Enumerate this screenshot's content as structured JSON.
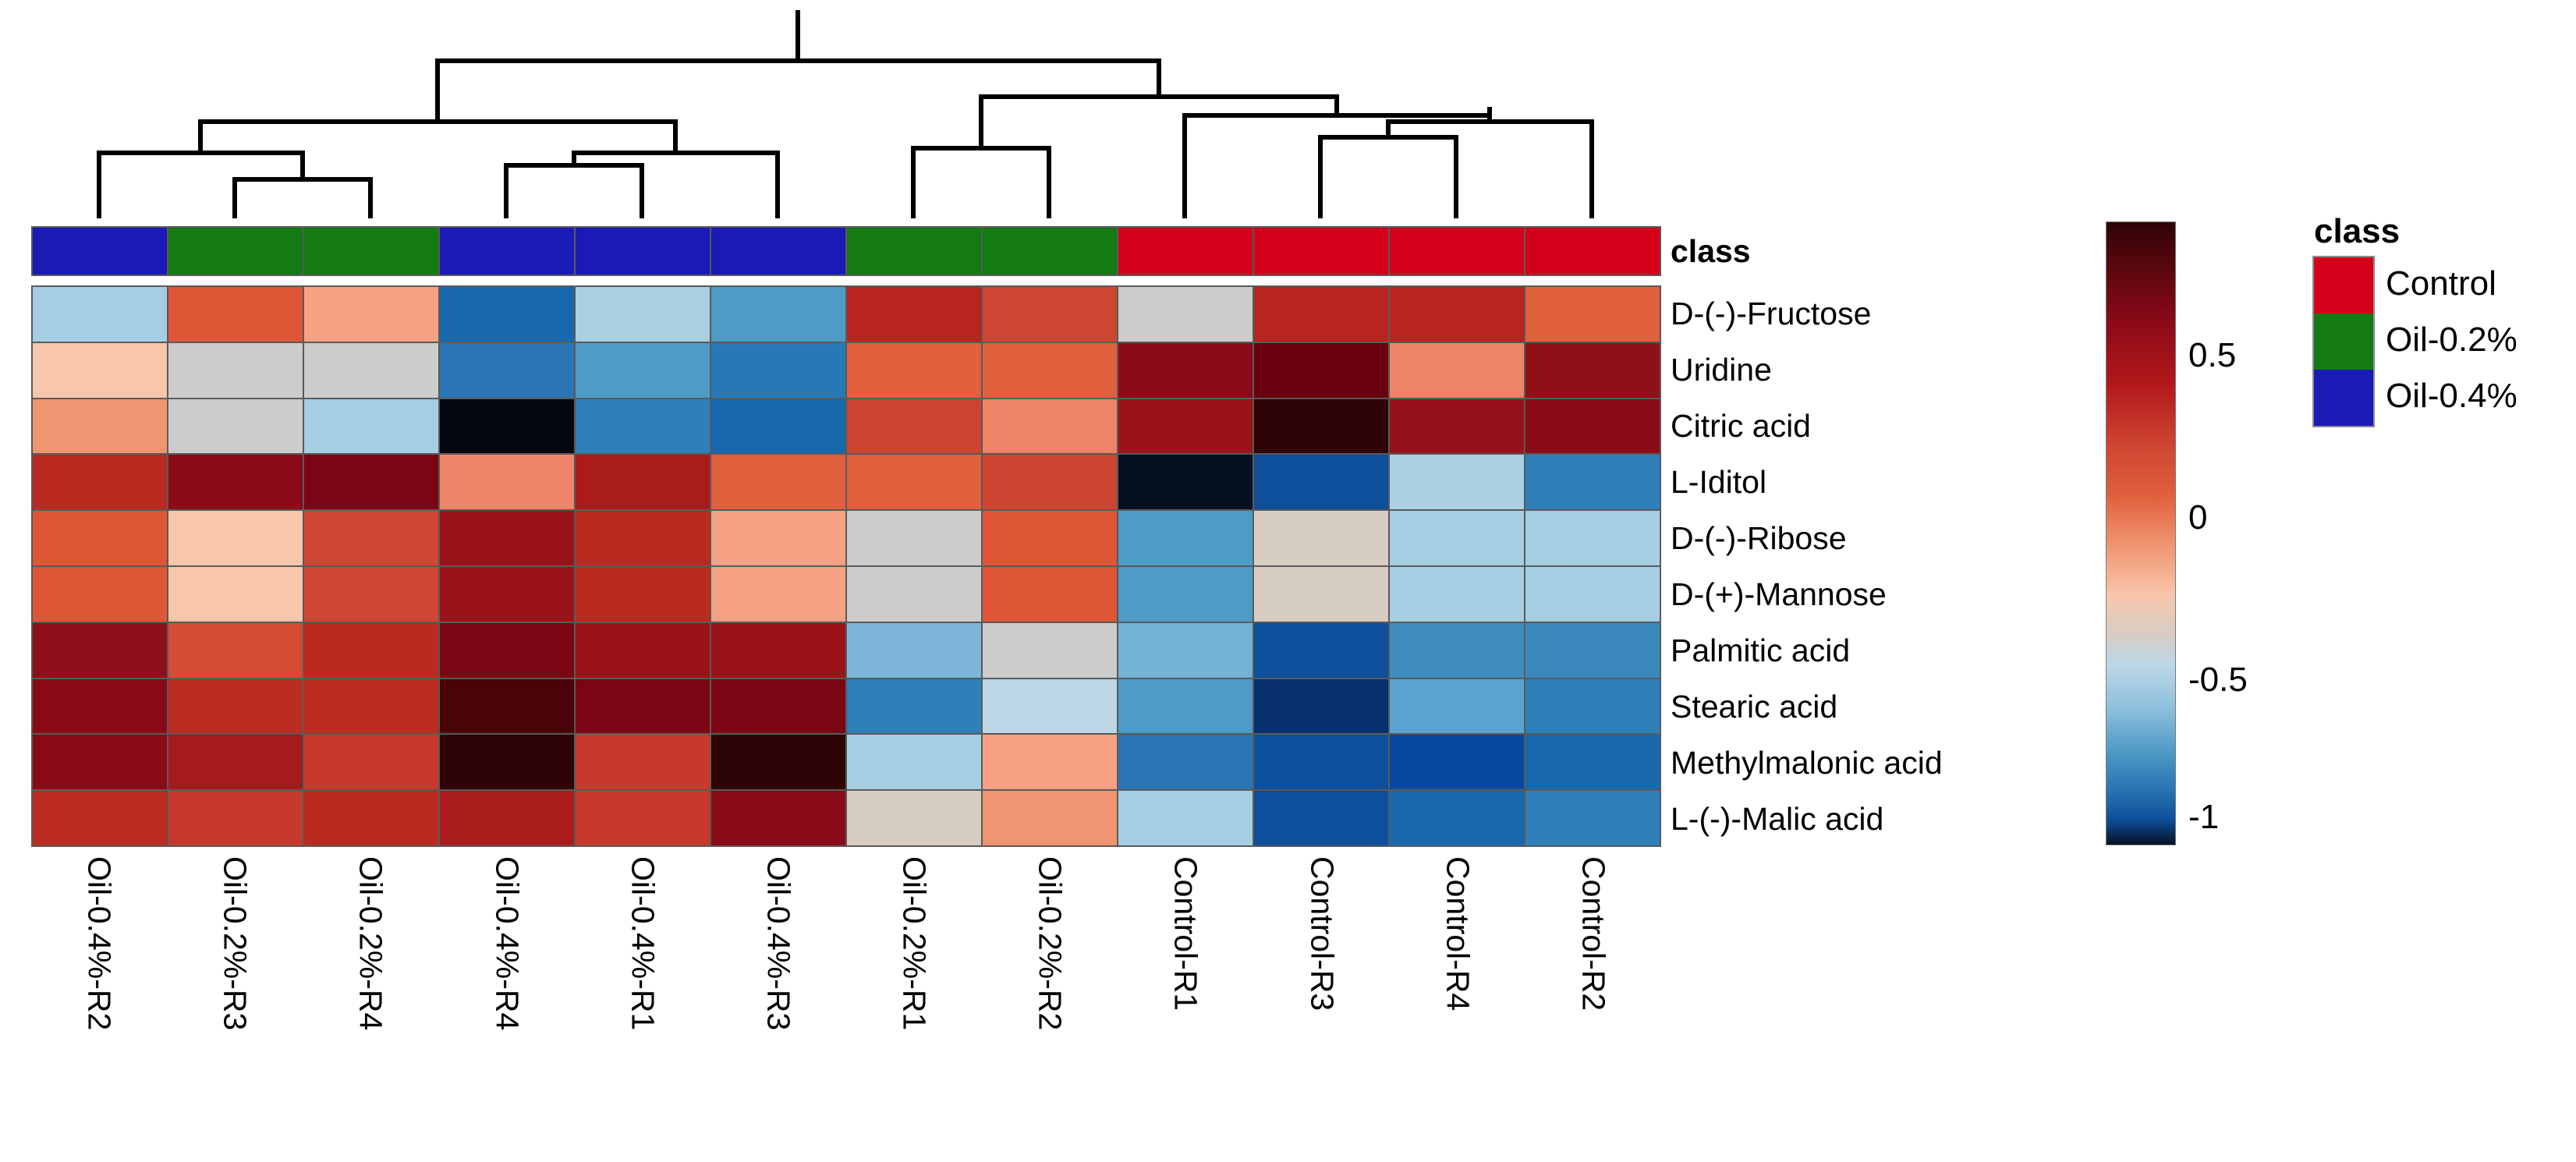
{
  "chart_data": {
    "type": "heatmap",
    "title": "",
    "xlabel": "",
    "ylabel": "",
    "colorbar": {
      "ticks": [
        "0.5",
        "0",
        "-0.5",
        "-1"
      ],
      "tick_values": [
        0.5,
        0,
        -0.5,
        -1
      ],
      "vmin": -1.15,
      "vmax": 0.75,
      "colormap": "RdBu_r"
    },
    "columns": [
      "Oil-0.4%-R2",
      "Oil-0.2%-R3",
      "Oil-0.2%-R4",
      "Oil-0.4%-R4",
      "Oil-0.4%-R1",
      "Oil-0.4%-R3",
      "Oil-0.2%-R1",
      "Oil-0.2%-R2",
      "Control-R1",
      "Control-R3",
      "Control-R4",
      "Control-R2"
    ],
    "column_classes": [
      "Oil-0.4%",
      "Oil-0.2%",
      "Oil-0.2%",
      "Oil-0.4%",
      "Oil-0.4%",
      "Oil-0.4%",
      "Oil-0.2%",
      "Oil-0.2%",
      "Control",
      "Control",
      "Control",
      "Control"
    ],
    "rows": [
      "D-(-)-Fructose",
      "Uridine",
      "Citric acid",
      "L-Iditol",
      "D-(-)-Ribose",
      "D-(+)-Mannose",
      "Palmitic acid",
      "Stearic acid",
      "Methylmalonic acid",
      "L-(-)-Malic acid"
    ],
    "values": [
      [
        -0.38,
        0.33,
        0.2,
        -0.68,
        -0.36,
        -0.52,
        0.47,
        0.37,
        -0.02,
        0.46,
        0.47,
        0.3
      ],
      [
        0.12,
        -0.03,
        -0.03,
        -0.6,
        -0.5,
        -0.62,
        0.27,
        0.27,
        0.66,
        0.73,
        0.25,
        0.62
      ],
      [
        0.22,
        -0.03,
        -0.33,
        -1.1,
        -0.6,
        -0.68,
        0.37,
        0.22,
        0.58,
        0.72,
        0.57,
        0.62
      ],
      [
        0.45,
        0.63,
        0.7,
        0.22,
        0.5,
        0.28,
        0.27,
        0.37,
        -1.1,
        -0.72,
        -0.36,
        -0.55
      ],
      [
        0.3,
        0.11,
        0.33,
        0.6,
        0.45,
        0.14,
        -0.02,
        0.3,
        -0.52,
        0.05,
        -0.38,
        -0.36
      ],
      [
        0.3,
        0.11,
        0.33,
        0.6,
        0.45,
        0.14,
        -0.02,
        0.3,
        -0.52,
        0.05,
        -0.38,
        -0.36
      ],
      [
        0.6,
        0.33,
        0.43,
        0.68,
        0.58,
        0.58,
        -0.38,
        -0.03,
        -0.38,
        -0.7,
        -0.52,
        -0.52
      ],
      [
        0.62,
        0.41,
        0.41,
        0.74,
        0.62,
        0.6,
        -0.55,
        -0.28,
        -0.52,
        -0.95,
        -0.45,
        -0.55
      ],
      [
        0.62,
        0.47,
        0.37,
        0.74,
        0.37,
        0.75,
        -0.36,
        0.17,
        -0.6,
        -0.68,
        -0.78,
        -0.62
      ],
      [
        0.43,
        0.37,
        0.45,
        0.47,
        0.37,
        0.58,
        -0.05,
        0.2,
        -0.4,
        -0.72,
        -0.6,
        -0.55
      ]
    ],
    "grid": true,
    "legend_position": "right"
  },
  "class_annotation": {
    "label": "class",
    "colors": {
      "Control": "#d4001a",
      "Oil-0.2%": "#147a14",
      "Oil-0.4%": "#1a1ab5"
    },
    "strip": [
      "#1a1ab5",
      "#147a14",
      "#147a14",
      "#1a1ab5",
      "#1a1ab5",
      "#1a1ab5",
      "#147a14",
      "#147a14",
      "#d4001a",
      "#d4001a",
      "#d4001a",
      "#d4001a"
    ]
  },
  "legend": {
    "title": "class",
    "items": [
      {
        "label": "Control",
        "color": "#d4001a"
      },
      {
        "label": "Oil-0.2%",
        "color": "#147a14"
      },
      {
        "label": "Oil-0.4%",
        "color": "#1a1ab5"
      }
    ]
  },
  "colorbar_ticks": [
    {
      "label": "0.5",
      "pos_pct": 21.5
    },
    {
      "label": "0",
      "pos_pct": 47.5
    },
    {
      "label": "-0.5",
      "pos_pct": 73.5
    },
    {
      "label": "-1",
      "pos_pct": 95.5
    }
  ],
  "heatmap_cell_colors": [
    [
      "#a5cee2",
      "#de5636",
      "#f7a183",
      "#1768ac",
      "#a9cfe3",
      "#4e9bc6",
      "#b7251e",
      "#ce4531",
      "#cccccc",
      "#b7251e",
      "#b7251e",
      "#e1603d"
    ],
    [
      "#f8c6ab",
      "#cccccc",
      "#cccccc",
      "#2a75b3",
      "#4e9bc6",
      "#2679b5",
      "#e1603d",
      "#e1603d",
      "#8b0a18",
      "#6a000f",
      "#ee8468",
      "#90101a"
    ],
    [
      "#f09571",
      "#cccccc",
      "#a5cee2",
      "#05070f",
      "#2f7fb8",
      "#1768ac",
      "#cd4431",
      "#ee8468",
      "#9a1319",
      "#2d0306",
      "#97111a",
      "#8b0a18"
    ],
    [
      "#b92a20",
      "#8b0a18",
      "#790612",
      "#ee8468",
      "#aa1b1c",
      "#e1603d",
      "#e1603d",
      "#cd4431",
      "#061023",
      "#0d4f9a",
      "#abd0e4",
      "#2f7fb8"
    ],
    [
      "#de5636",
      "#f8c6ab",
      "#cf4632",
      "#9a1319",
      "#b92a20",
      "#f6a184",
      "#cccccc",
      "#de5636",
      "#4e9bc6",
      "#d8cdc3",
      "#a5cee2",
      "#a5cee2"
    ],
    [
      "#de5636",
      "#f8c6ab",
      "#cf4632",
      "#9a1319",
      "#b92a20",
      "#f6a184",
      "#cccccc",
      "#de5636",
      "#4e9bc6",
      "#d8cdc3",
      "#a5cee2",
      "#a5cee2"
    ],
    [
      "#8e0e19",
      "#d44c33",
      "#b92a20",
      "#790612",
      "#9a1319",
      "#9a1319",
      "#7db6d8",
      "#cccccc",
      "#74b2d6",
      "#0d4f9a",
      "#3f8cbf",
      "#3b88bd"
    ],
    [
      "#8b0a18",
      "#bb2c21",
      "#bb2c21",
      "#4a0309",
      "#790612",
      "#790612",
      "#2f7fb8",
      "#bdd7e7",
      "#4e9bc6",
      "#06306b",
      "#5ba3ce",
      "#2f7fb8"
    ],
    [
      "#8b0a18",
      "#a51a1c",
      "#c73a2b",
      "#2d0306",
      "#c73a2b",
      "#2d0306",
      "#a5cee2",
      "#f6a184",
      "#2a75b3",
      "#0d4f9a",
      "#08479e",
      "#1768ac"
    ],
    [
      "#bb2c21",
      "#c73a2b",
      "#b92a20",
      "#aa1b1c",
      "#c73a2b",
      "#8b0a18",
      "#d8cdc3",
      "#f09571",
      "#a5cee2",
      "#0d4f9a",
      "#1768ac",
      "#2f7fb8"
    ]
  ]
}
